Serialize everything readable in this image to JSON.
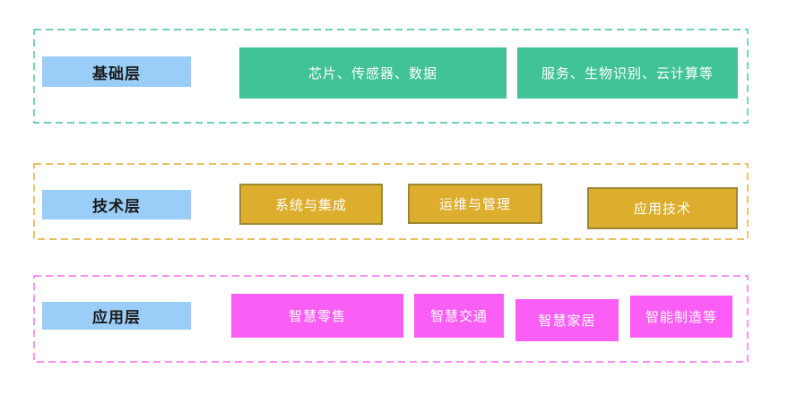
{
  "colors": {
    "green_dash": "#3ec497",
    "green_box": "#41c397",
    "gold_dash": "#e0ac2c",
    "gold_box": "#ddad2e",
    "gold_box_border": "#9c8734",
    "magenta_dash": "#f868f2",
    "magenta_box": "#fa5ef5",
    "label_bg": "#9acdf7",
    "label_text": "#1a1a1a",
    "box_text": "#ffffff"
  },
  "layers": [
    {
      "name": "foundation",
      "label": "基础层",
      "boxes": [
        "芯片、传感器、数据",
        "服务、生物识别、云计算等"
      ]
    },
    {
      "name": "technology",
      "label": "技术层",
      "boxes": [
        "系统与集成",
        "运维与管理",
        "应用技术"
      ]
    },
    {
      "name": "application",
      "label": "应用层",
      "boxes": [
        "智慧零售",
        "智慧交通",
        "智慧家居",
        "智能制造等"
      ]
    }
  ]
}
